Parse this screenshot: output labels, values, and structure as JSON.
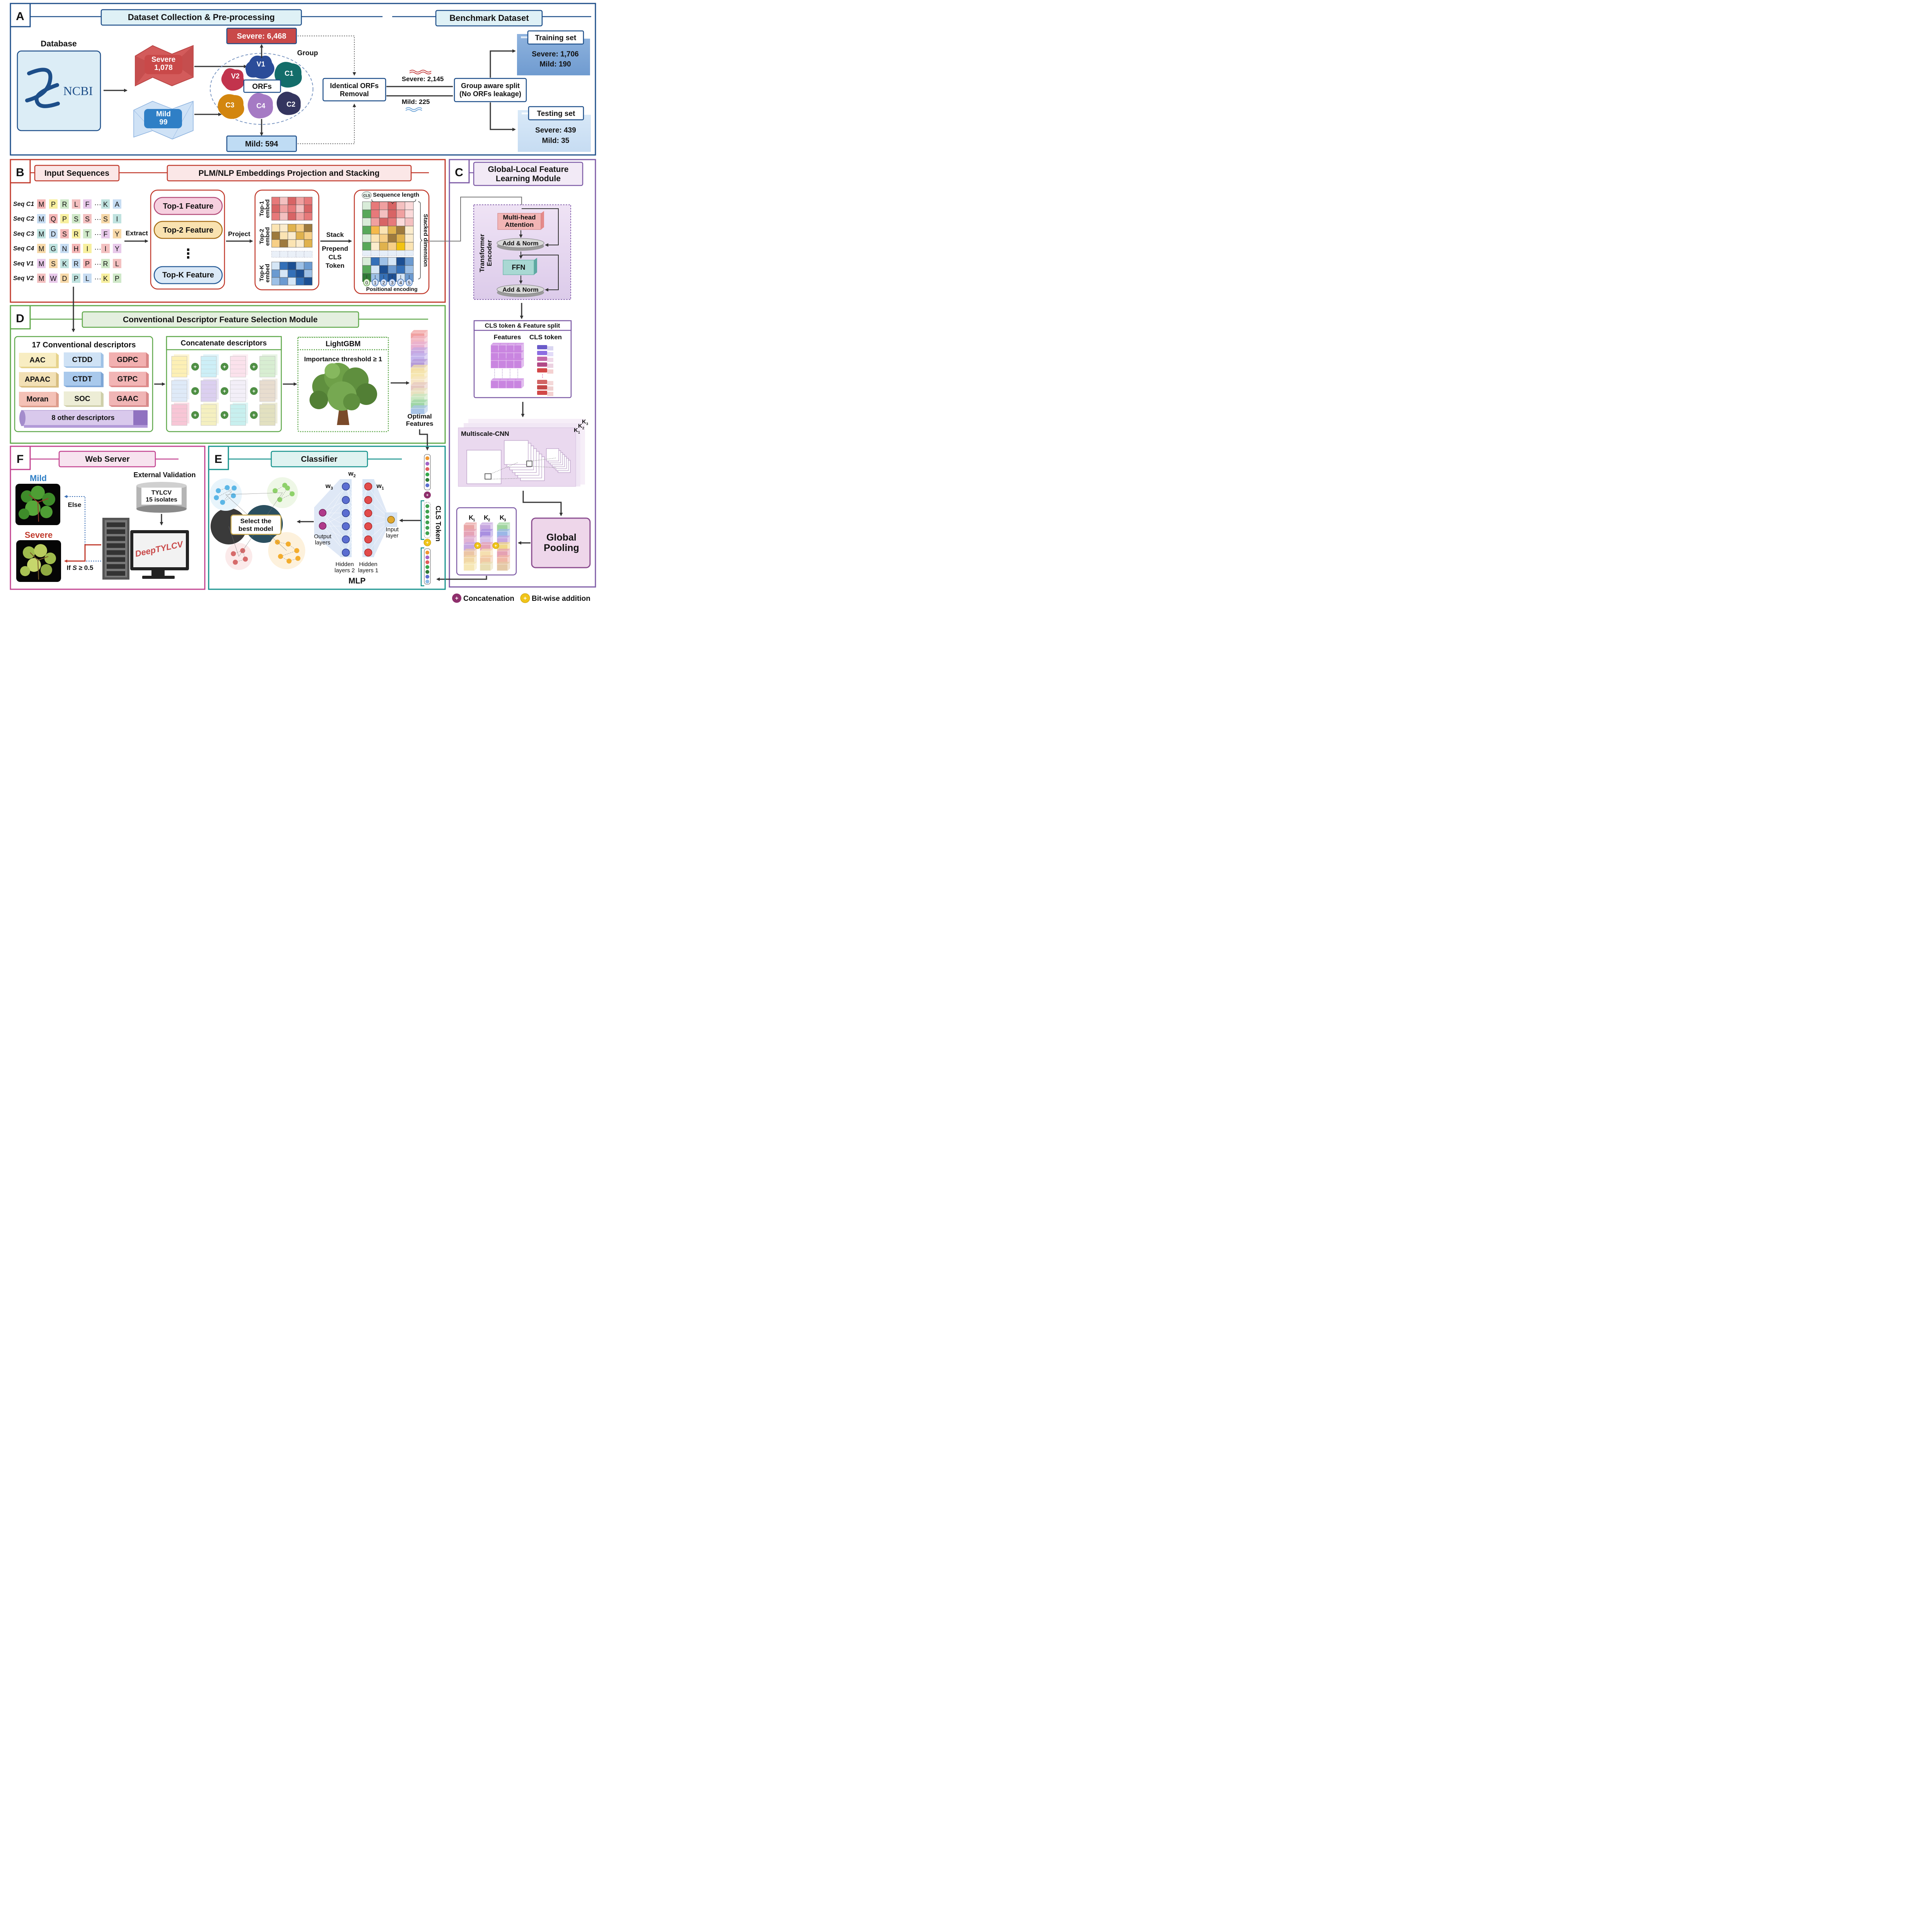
{
  "panel_a": {
    "letter": "A",
    "title": "Dataset Collection & Pre-processing",
    "benchmark_title": "Benchmark Dataset",
    "database_label": "Database",
    "ncbi_logo": "NCBI",
    "severe_name": "Severe",
    "severe_count": "1,078",
    "mild_name": "Mild",
    "mild_count": "99",
    "group_label": "Group",
    "orfs_label": "ORFs",
    "proteins": [
      "V1",
      "V2",
      "C1",
      "C3",
      "C4",
      "C2"
    ],
    "severe_total": "Severe: 6,468",
    "mild_total": "Mild: 594",
    "removal_line1": "Identical ORFs",
    "removal_line2": "Removal",
    "severe_after": "Severe: 2,145",
    "mild_after": "Mild: 225",
    "split_line1": "Group aware split",
    "split_line2": "(No ORFs leakage)",
    "training_title": "Training set",
    "training_severe": "Severe: 1,706",
    "training_mild": "Mild: 190",
    "testing_title": "Testing set",
    "testing_severe": "Severe: 439",
    "testing_mild": "Mild: 35"
  },
  "panel_b": {
    "letter": "B",
    "input_title": "Input Sequences",
    "plm_title": "PLM/NLP Embeddings Projection and Stacking",
    "sequences": [
      {
        "name": "Seq C1",
        "residues": [
          "M",
          "P",
          "R",
          "L",
          "F",
          "···",
          "K",
          "A"
        ]
      },
      {
        "name": "Seq C2",
        "residues": [
          "M",
          "Q",
          "P",
          "S",
          "S",
          "···",
          "S",
          "I"
        ]
      },
      {
        "name": "Seq C3",
        "residues": [
          "M",
          "D",
          "S",
          "R",
          "T",
          "···",
          "F",
          "Y"
        ]
      },
      {
        "name": "Seq C4",
        "residues": [
          "M",
          "G",
          "N",
          "H",
          "I",
          "···",
          "I",
          "Y"
        ]
      },
      {
        "name": "Seq V1",
        "residues": [
          "M",
          "S",
          "K",
          "R",
          "P",
          "···",
          "R",
          "L"
        ]
      },
      {
        "name": "Seq V2",
        "residues": [
          "M",
          "W",
          "D",
          "P",
          "L",
          "···",
          "K",
          "P"
        ]
      }
    ],
    "extract_label": "Extract",
    "features": [
      "Top-1 Feature",
      "Top-2 Feature",
      "Top-K Feature"
    ],
    "vdots": "⋮",
    "project_label": "Project",
    "embed_labels": [
      [
        "Top-1",
        "embed"
      ],
      [
        "Top-2",
        "embed"
      ],
      [
        "Top-K",
        "embed"
      ]
    ],
    "stack_labels": [
      "Stack",
      "Prepend",
      "CLS",
      "Token"
    ],
    "cls_badge": "CLS",
    "sequence_length": "Sequence length",
    "stacked_dimension": "Stacked dimension",
    "positions": [
      "0",
      "1",
      "2",
      "3",
      "4",
      "5"
    ],
    "positional_encoding": "Positional encoding"
  },
  "panel_c": {
    "letter": "C",
    "title_line1": "Global-Local Feature",
    "title_line2": "Learning Module",
    "encoder_line1": "Transformer",
    "encoder_line2": "Encoder",
    "mha_line1": "Multi-head",
    "mha_line2": "Attention",
    "add_norm": "Add & Norm",
    "ffn": "FFN",
    "split_title": "CLS token & Feature split",
    "features_label": "Features",
    "cls_token_label": "CLS token",
    "cnn_title": "Multiscale-CNN",
    "kernels": [
      "K",
      "1",
      "K",
      "2",
      "K",
      "3"
    ],
    "pooling_line1": "Global",
    "pooling_line2": "Pooling",
    "k_labels": [
      [
        "K",
        "1"
      ],
      [
        "K",
        "2"
      ],
      [
        "K",
        "3"
      ]
    ]
  },
  "panel_d": {
    "letter": "D",
    "title": "Conventional Descriptor Feature Selection Module",
    "descriptors_title": "17 Conventional descriptors",
    "descriptors": [
      "AAC",
      "CTDD",
      "GDPC",
      "APAAC",
      "CTDT",
      "GTPC",
      "Moran",
      "SOC",
      "GAAC"
    ],
    "other_descriptors": "8 other descriptors",
    "concat_title": "Concatenate descriptors",
    "lightgbm_title": "LightGBM",
    "importance": "Importance threshold ≥ 1",
    "optimal_line1": "Optimal",
    "optimal_line2": "Features"
  },
  "panel_e": {
    "letter": "E",
    "title": "Classifier",
    "select_line1": "Select the",
    "select_line2": "best model",
    "w1": "w",
    "w1_sub": "1",
    "w2": "w",
    "w2_sub": "2",
    "w3": "w",
    "w3_sub": "3",
    "output_line1": "Output",
    "output_line2": "layers",
    "hidden2_line1": "Hidden",
    "hidden2_line2": "layers 2",
    "hidden1_line1": "Hidden",
    "hidden1_line2": "layers 1",
    "input_line1": "Input",
    "input_line2": "layer",
    "mlp": "MLP",
    "cls_token": "CLS Token"
  },
  "panel_f": {
    "letter": "F",
    "title": "Web Server",
    "mild_label": "Mild",
    "severe_label": "Severe",
    "external_validation": "External Validation",
    "db_line1": "TYLCV",
    "db_line2": "15 isolates",
    "else_label": "Else",
    "rule_prefix": "If ",
    "rule_var": "S",
    "rule_suffix": " ≥ 0.5",
    "server_brand": "DeepTYLCV"
  },
  "legend": {
    "concatenation": "Concatenation",
    "bitwise": "Bit-wise addition",
    "plus": "+"
  },
  "colors": {
    "panel_a": "#1d4e89",
    "panel_b": "#c0392b",
    "panel_c": "#7d5ba6",
    "panel_d": "#5fa84a",
    "panel_e": "#15928c",
    "panel_f": "#c2418f",
    "severe": "#c94949",
    "mild": "#2f7fc6"
  }
}
